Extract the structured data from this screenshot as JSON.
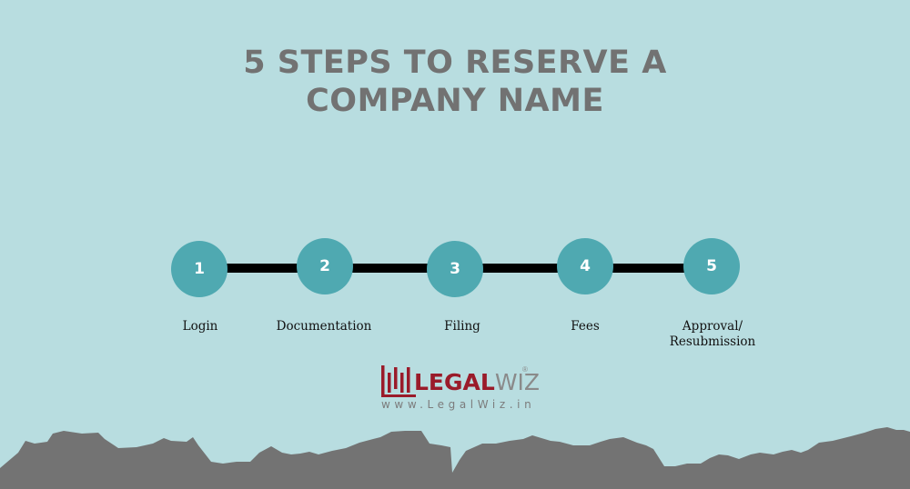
{
  "title": {
    "line1": "5 STEPS TO RESERVE A",
    "line2": "COMPANY NAME"
  },
  "steps": [
    {
      "number": "1",
      "label": "Login"
    },
    {
      "number": "2",
      "label": "Documentation"
    },
    {
      "number": "3",
      "label": "Filing"
    },
    {
      "number": "4",
      "label": "Fees"
    },
    {
      "number": "5",
      "label_line1": "Approval/",
      "label_line2": "Resubmission"
    }
  ],
  "logo": {
    "brand_primary": "LEGAL",
    "brand_secondary": "WIZ",
    "registered": "®",
    "url": "www.LegalWiz.in"
  },
  "colors": {
    "background": "#b8dde0",
    "title": "#727272",
    "step_circle": "#4fa9b1",
    "connector": "#000000",
    "brand_red": "#9a1b2a",
    "mountains": "#737373"
  }
}
